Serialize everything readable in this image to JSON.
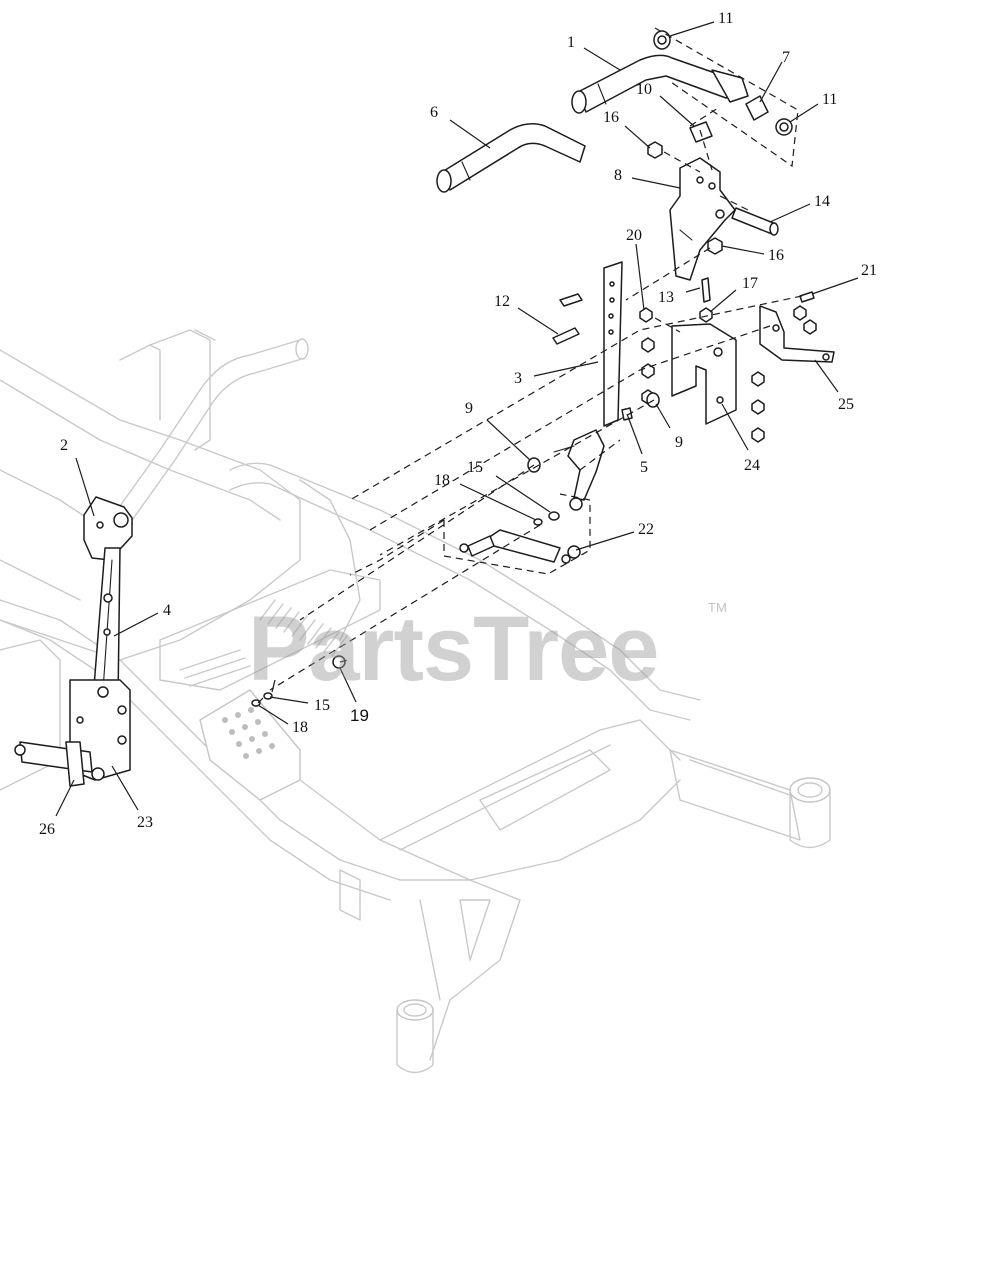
{
  "callouts": {
    "c1": "1",
    "c2": "2",
    "c3": "3",
    "c4": "4",
    "c5": "5",
    "c6": "6",
    "c7": "7",
    "c8": "8",
    "c9a": "9",
    "c9b": "9",
    "c10": "10",
    "c11a": "11",
    "c11b": "11",
    "c12": "12",
    "c13": "13",
    "c14": "14",
    "c15a": "15",
    "c15b": "15",
    "c16a": "16",
    "c16b": "16",
    "c17": "17",
    "c18a": "18",
    "c18b": "18",
    "c19": "19",
    "c20": "20",
    "c21": "21",
    "c22": "22",
    "c23": "23",
    "c24": "24",
    "c25": "25",
    "c26": "26"
  },
  "watermark": {
    "text": "PartsTree",
    "trademark": "TM"
  },
  "colors": {
    "parts": "#1c1c1c",
    "frame": "#c9c9c9",
    "watermark": "#9a9a9a",
    "background": "#ffffff"
  }
}
